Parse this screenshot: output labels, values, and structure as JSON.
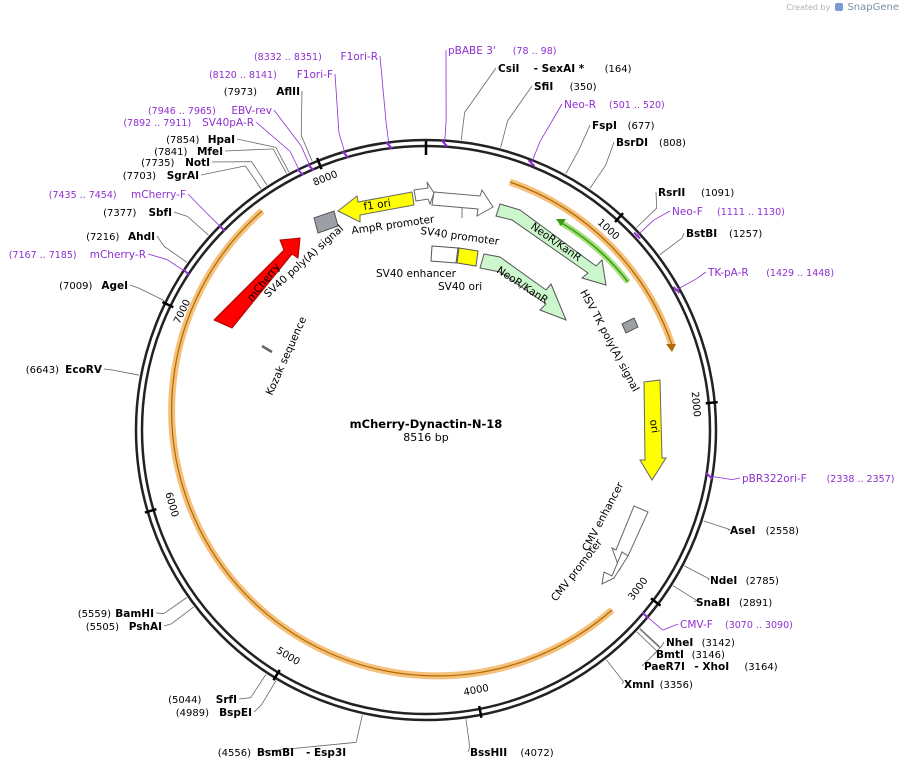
{
  "credit": {
    "prefix": "Created by",
    "brand": "SnapGene"
  },
  "plasmid": {
    "name": "mCherry-Dynactin-N-18",
    "length": 8516,
    "length_label": "8516 bp"
  },
  "colors": {
    "primer": "#8e2fd1",
    "orf_highlight": "#f5c07a",
    "orf_dark": "#b06a00",
    "mcherry": "#ff0000",
    "yellow": "#ffff00",
    "neo": "#ccf7cc",
    "green_orf": "#3b9a1a",
    "gray": "#9aa0a6"
  },
  "ticks": [
    {
      "label": "1000",
      "bp": 1000
    },
    {
      "label": "2000",
      "bp": 2000
    },
    {
      "label": "3000",
      "bp": 3000
    },
    {
      "label": "4000",
      "bp": 4000
    },
    {
      "label": "5000",
      "bp": 5000
    },
    {
      "label": "6000",
      "bp": 6000
    },
    {
      "label": "7000",
      "bp": 7000
    },
    {
      "label": "8000",
      "bp": 8000
    }
  ],
  "sites": [
    {
      "name": "CsiI",
      "extra": "- SexAI *",
      "pos": "(164)",
      "bp": 164
    },
    {
      "name": "SfiI",
      "pos": "(350)",
      "bp": 350
    },
    {
      "name": "FspI",
      "pos": "(677)",
      "bp": 677
    },
    {
      "name": "BsrDI",
      "pos": "(808)",
      "bp": 808
    },
    {
      "name": "RsrII",
      "pos": "(1091)",
      "bp": 1091
    },
    {
      "name": "BstBI",
      "pos": "(1257)",
      "bp": 1257
    },
    {
      "name": "AseI",
      "pos": "(2558)",
      "bp": 2558
    },
    {
      "name": "NdeI",
      "pos": "(2785)",
      "bp": 2785
    },
    {
      "name": "SnaBI",
      "pos": "(2891)",
      "bp": 2891
    },
    {
      "name": "NheI",
      "pos": "(3142)",
      "bp": 3142
    },
    {
      "name": "BmtI",
      "pos": "(3146)",
      "bp": 3146
    },
    {
      "name": "PaeR7I",
      "extra": "- XhoI",
      "pos": "(3164)",
      "bp": 3164
    },
    {
      "name": "XmnI",
      "pos": "(3356)",
      "bp": 3356
    },
    {
      "name": "BssHII",
      "pos": "(4072)",
      "bp": 4072
    },
    {
      "name": "BsmBI",
      "extra": "- Esp3I",
      "pos": "(4556)",
      "bp": 4556
    },
    {
      "name": "BspEI",
      "pos": "(4989)",
      "bp": 4989
    },
    {
      "name": "SrfI",
      "pos": "(5044)",
      "bp": 5044
    },
    {
      "name": "PshAI",
      "pos": "(5505)",
      "bp": 5505
    },
    {
      "name": "BamHI",
      "pos": "(5559)",
      "bp": 5559
    },
    {
      "name": "EcoRV",
      "pos": "(6643)",
      "bp": 6643
    },
    {
      "name": "AgeI",
      "pos": "(7009)",
      "bp": 7009
    },
    {
      "name": "AhdI",
      "pos": "(7216)",
      "bp": 7216
    },
    {
      "name": "SbfI",
      "pos": "(7377)",
      "bp": 7377
    },
    {
      "name": "SgrAI",
      "pos": "(7703)",
      "bp": 7703
    },
    {
      "name": "NotI",
      "pos": "(7735)",
      "bp": 7735
    },
    {
      "name": "MfeI",
      "pos": "(7841)",
      "bp": 7841
    },
    {
      "name": "HpaI",
      "pos": "(7854)",
      "bp": 7854
    },
    {
      "name": "AflII",
      "pos": "(7973)",
      "bp": 7973
    }
  ],
  "primers": [
    {
      "name": "pBABE 3'",
      "pos": "(78 .. 98)",
      "bp": 88
    },
    {
      "name": "Neo-R",
      "pos": "(501 .. 520)",
      "bp": 510
    },
    {
      "name": "Neo-F",
      "pos": "(1111 .. 1130)",
      "bp": 1120
    },
    {
      "name": "TK-pA-R",
      "pos": "(1429 .. 1448)",
      "bp": 1438
    },
    {
      "name": "pBR322ori-F",
      "pos": "(2338 .. 2357)",
      "bp": 2347
    },
    {
      "name": "CMV-F",
      "pos": "(3070 .. 3090)",
      "bp": 3080
    },
    {
      "name": "mCherry-R",
      "pos": "(7167 .. 7185)",
      "bp": 7176
    },
    {
      "name": "mCherry-F",
      "pos": "(7435 .. 7454)",
      "bp": 7444
    },
    {
      "name": "SV40pA-R",
      "pos": "(7892 .. 7911)",
      "bp": 7901
    },
    {
      "name": "EBV-rev",
      "pos": "(7946 .. 7965)",
      "bp": 7955
    },
    {
      "name": "F1ori-F",
      "pos": "(8120 .. 8141)",
      "bp": 8130
    },
    {
      "name": "F1ori-R",
      "pos": "(8332 .. 8351)",
      "bp": 8341
    }
  ],
  "features": {
    "mcherry": "mCherry",
    "f1_ori": "f1 ori",
    "ampr_promoter": "AmpR promoter",
    "sv40_promoter": "SV40 promoter",
    "neo_kanr_outer": "NeoR/KanR",
    "neo_kanr_inner": "NeoR/KanR",
    "sv40_enhancer": "SV40 enhancer",
    "sv40_ori": "SV40 ori",
    "sv40_polya": "SV40 poly(A) signal",
    "hsv_tk_polya": "HSV TK poly(A) signal",
    "ori": "ori",
    "cmv_enhancer": "CMV enhancer",
    "cmv_promoter": "CMV promoter",
    "kozak": "Kozak sequence"
  }
}
